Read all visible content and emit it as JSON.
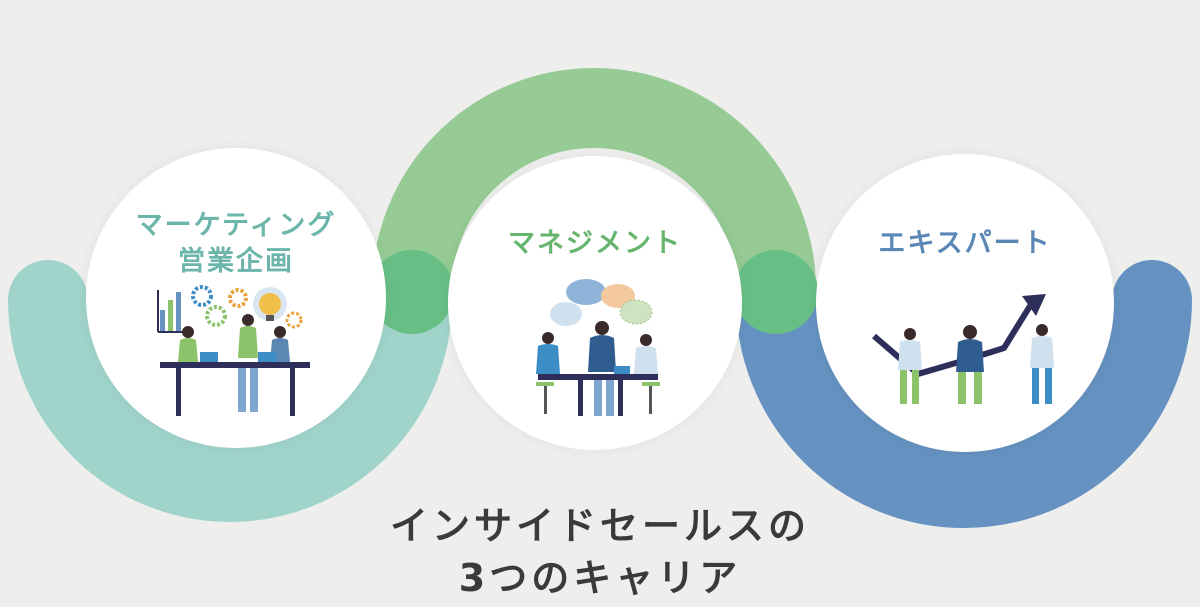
{
  "colors": {
    "background": "#eeefed",
    "teal_arc": "#a0d4cb",
    "green_arc": "#96cb95",
    "green_dot": "#68bf86",
    "blue_arc": "#6592c1",
    "teal_text": "#6bb5ab",
    "green_text": "#66b56e",
    "blue_text": "#5a87b4",
    "title_text": "#3a3a3a"
  },
  "careers": [
    {
      "label_line1": "マーケティング",
      "label_line2": "営業企画",
      "illustration": "team-meeting-gears-lightbulb-illustration"
    },
    {
      "label_line1": "マネジメント",
      "illustration": "discussion-speech-bubbles-illustration"
    },
    {
      "label_line1": "エキスパート",
      "illustration": "growth-arrow-team-illustration"
    }
  ],
  "title": {
    "line1": "インサイドセールスの",
    "line2": "3つのキャリア"
  }
}
